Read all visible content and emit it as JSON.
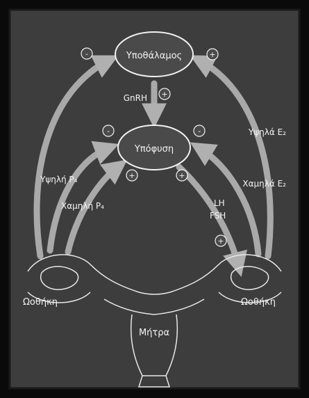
{
  "colors": {
    "background": "#3d3d3d",
    "frame": "#0a0a0a",
    "arrow": "#a9a9a9",
    "node_fill": "#4a4a4a",
    "node_stroke": "#f2f2f2",
    "text": "#f4f4f4"
  },
  "nodes": {
    "hypothalamus": "Υποθάλαμος",
    "pituitary": "Υπόφυση",
    "ovary_left": "Ωοθήκη",
    "ovary_right": "Ωοθήκη",
    "uterus": "Μήτρα"
  },
  "hormones": {
    "gnrh": "GnRH",
    "lh": "LH",
    "fsh": "FSH",
    "high_p4": "Υψηλή P₄",
    "low_p4": "Χαμηλή P₄",
    "high_e2": "Υψηλά E₂",
    "low_e2": "Χαμηλά E₂"
  },
  "signs": {
    "plus": "+",
    "minus": "-"
  }
}
